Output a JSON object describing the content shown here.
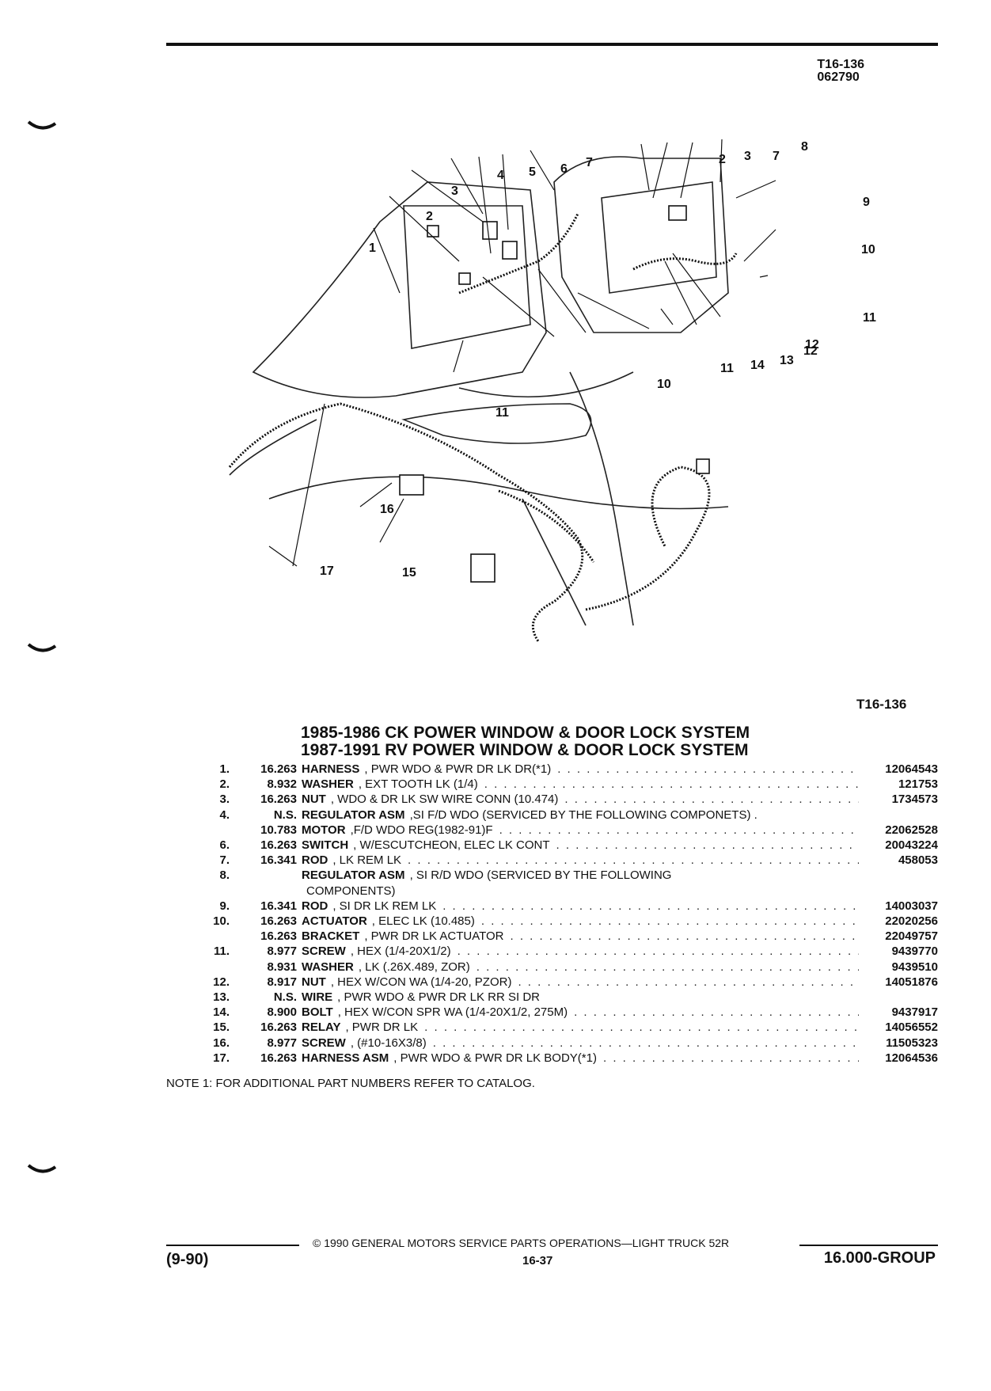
{
  "header": {
    "code": "T16-136",
    "date": "062790"
  },
  "figure": {
    "code": "T16-136",
    "callouts": [
      "1",
      "2",
      "3",
      "4",
      "5",
      "6",
      "7",
      "2",
      "3",
      "7",
      "8",
      "9",
      "10",
      "11",
      "12",
      "10",
      "11",
      "11",
      "14",
      "13",
      "12",
      "16",
      "15",
      "17"
    ]
  },
  "title": {
    "line1": "1985-1986 CK POWER WINDOW & DOOR LOCK SYSTEM",
    "line2": "1987-1991 RV POWER WINDOW & DOOR LOCK SYSTEM"
  },
  "parts": [
    {
      "no": "1.",
      "group": "16.263",
      "name": "HARNESS",
      "desc": ", PWR WDO & PWR DR LK DR(*1)",
      "pn": "12064543"
    },
    {
      "no": "2.",
      "group": "8.932",
      "name": "WASHER",
      "desc": ", EXT TOOTH LK (1/4)",
      "pn": "121753"
    },
    {
      "no": "3.",
      "group": "16.263",
      "name": "NUT",
      "desc": ", WDO & DR LK SW WIRE CONN (10.474)",
      "pn": "1734573"
    },
    {
      "no": "4.",
      "group": "N.S.",
      "name": "REGULATOR ASM",
      "desc": ",SI F/D WDO (SERVICED BY THE FOLLOWING COMPONETS) .",
      "pn": ""
    },
    {
      "no": "",
      "group": "10.783",
      "name": "MOTOR",
      "desc": ",F/D WDO REG(1982-91)F",
      "pn": "22062528"
    },
    {
      "no": "6.",
      "group": "16.263",
      "name": "SWITCH",
      "desc": ", W/ESCUTCHEON, ELEC LK CONT",
      "pn": "20043224"
    },
    {
      "no": "7.",
      "group": "16.341",
      "name": "ROD",
      "desc": ", LK REM LK",
      "pn": "458053"
    },
    {
      "no": "8.",
      "group": "",
      "name": "REGULATOR ASM",
      "desc": ", SI R/D WDO (SERVICED BY THE FOLLOWING",
      "pn": ""
    },
    {
      "no": "",
      "group": "",
      "name": "",
      "desc": "COMPONENTS)",
      "pn": ""
    },
    {
      "no": "9.",
      "group": "16.341",
      "name": "ROD",
      "desc": ", SI DR LK REM LK",
      "pn": "14003037"
    },
    {
      "no": "10.",
      "group": "16.263",
      "name": "ACTUATOR",
      "desc": ", ELEC LK (10.485)",
      "pn": "22020256"
    },
    {
      "no": "",
      "group": "16.263",
      "name": "BRACKET",
      "desc": ", PWR DR LK ACTUATOR",
      "pn": "22049757"
    },
    {
      "no": "11.",
      "group": "8.977",
      "name": "SCREW",
      "desc": ", HEX (1/4-20X1/2)",
      "pn": "9439770"
    },
    {
      "no": "",
      "group": "8.931",
      "name": "WASHER",
      "desc": ", LK (.26X.489, ZOR)",
      "pn": "9439510"
    },
    {
      "no": "12.",
      "group": "8.917",
      "name": "NUT",
      "desc": ", HEX W/CON WA (1/4-20, PZOR)",
      "pn": "14051876"
    },
    {
      "no": "13.",
      "group": "N.S.",
      "name": "WIRE",
      "desc": ", PWR WDO & PWR DR LK RR SI DR",
      "pn": ""
    },
    {
      "no": "14.",
      "group": "8.900",
      "name": "BOLT",
      "desc": ", HEX W/CON SPR WA (1/4-20X1/2, 275M)",
      "pn": "9437917"
    },
    {
      "no": "15.",
      "group": "16.263",
      "name": "RELAY",
      "desc": ", PWR DR LK",
      "pn": "14056552"
    },
    {
      "no": "16.",
      "group": "8.977",
      "name": "SCREW",
      "desc": ", (#10-16X3/8)",
      "pn": "11505323"
    },
    {
      "no": "17.",
      "group": "16.263",
      "name": "HARNESS ASM",
      "desc": ", PWR WDO & PWR DR LK BODY(*1)",
      "pn": "12064536"
    }
  ],
  "note": "NOTE  1:  FOR ADDITIONAL PART NUMBERS REFER TO CATALOG.",
  "footer": {
    "copyright": "© 1990  GENERAL MOTORS SERVICE PARTS OPERATIONS—LIGHT TRUCK 52R",
    "date_code": "(9-90)",
    "page": "16-37",
    "group": "16.000-GROUP"
  }
}
